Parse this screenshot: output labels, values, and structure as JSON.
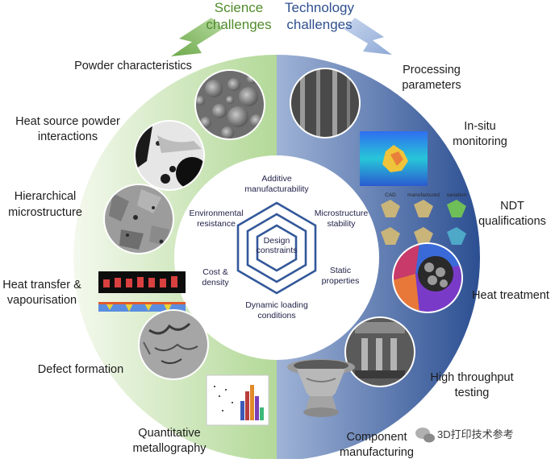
{
  "header": {
    "science_line1": "Science",
    "science_line2": "challenges",
    "technology_line1": "Technology",
    "technology_line2": "challenges"
  },
  "science_items": [
    {
      "line1": "Powder characteristics",
      "line2": ""
    },
    {
      "line1": "Heat source powder",
      "line2": "interactions"
    },
    {
      "line1": "Hierarchical",
      "line2": "microstructure"
    },
    {
      "line1": "Heat transfer &",
      "line2": "vapourisation"
    },
    {
      "line1": "Defect formation",
      "line2": ""
    },
    {
      "line1": "Quantitative",
      "line2": "metallography"
    }
  ],
  "technology_items": [
    {
      "line1": "Processing",
      "line2": "parameters"
    },
    {
      "line1": "In-situ",
      "line2": "monitoring"
    },
    {
      "line1": "NDT",
      "line2": "qualifications"
    },
    {
      "line1": "Heat treatment",
      "line2": ""
    },
    {
      "line1": "High throughput",
      "line2": "testing"
    },
    {
      "line1": "Component",
      "line2": "manufacturing"
    }
  ],
  "design_constraints": {
    "center_line1": "Design",
    "center_line2": "constraints",
    "additive_line1": "Additive",
    "additive_line2": "manufacturability",
    "microstructure_line1": "Microstructure",
    "microstructure_line2": "stability",
    "static_line1": "Static",
    "static_line2": "properties",
    "dynamic_line1": "Dynamic loading",
    "dynamic_line2": "conditions",
    "cost_line1": "Cost &",
    "cost_line2": "density",
    "environmental_line1": "Environmental",
    "environmental_line2": "resistance"
  },
  "ndt_labels": {
    "cad": "CAD",
    "manufactured": "manufactured",
    "variation": "variation"
  },
  "watermark": "3D打印技术参考",
  "colors": {
    "science_green": "#8cc06a",
    "technology_blue": "#33589a",
    "ring_text": "#1d1d1d"
  }
}
